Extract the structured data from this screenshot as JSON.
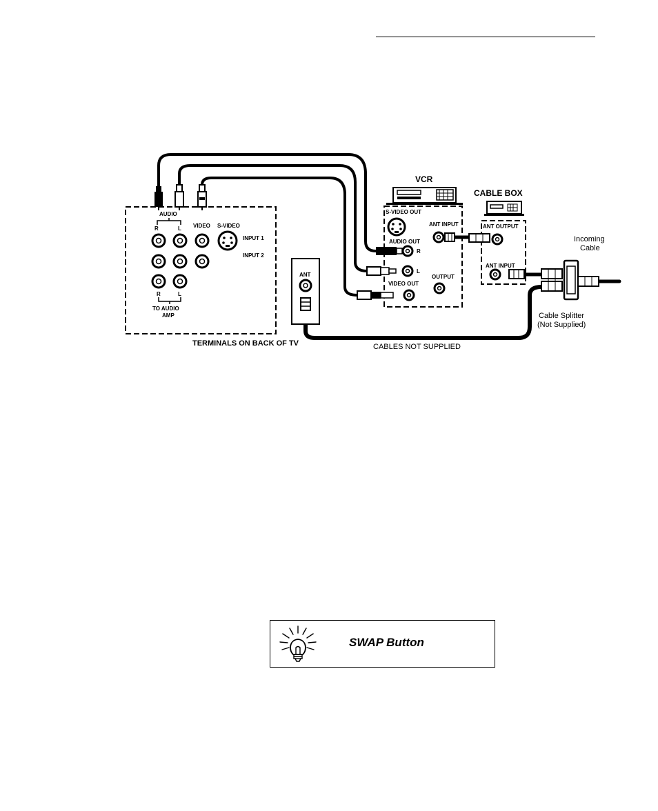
{
  "diagram": {
    "tv_panel": {
      "audio_label": "AUDIO",
      "r_label": "R",
      "l_label": "L",
      "video_label": "VIDEO",
      "svideo_label": "S-VIDEO",
      "input1_label": "INPUT 1",
      "input2_label": "INPUT 2",
      "to_audio_amp_line1": "TO AUDIO",
      "to_audio_amp_line2": "AMP",
      "caption": "TERMINALS ON BACK OF TV"
    },
    "wall_plate": {
      "ant_label": "ANT"
    },
    "vcr": {
      "title": "VCR",
      "svideo_out_label": "S-VIDEO OUT",
      "audio_out_label": "AUDIO OUT",
      "r_label": "R",
      "l_label": "L",
      "video_out_label": "VIDEO OUT",
      "ant_input_label": "ANT INPUT",
      "output_label": "OUTPUT"
    },
    "cable_box": {
      "title": "CABLE BOX",
      "ant_output_label": "ANT OUTPUT",
      "ant_input_label": "ANT INPUT"
    },
    "incoming_cable_line1": "Incoming",
    "incoming_cable_line2": "Cable",
    "splitter_line1": "Cable Splitter",
    "splitter_line2": "(Not Supplied)",
    "cables_not_supplied": "CABLES NOT SUPPLIED"
  },
  "tip": {
    "icon": "lightbulb-icon",
    "title": "SWAP Button"
  }
}
